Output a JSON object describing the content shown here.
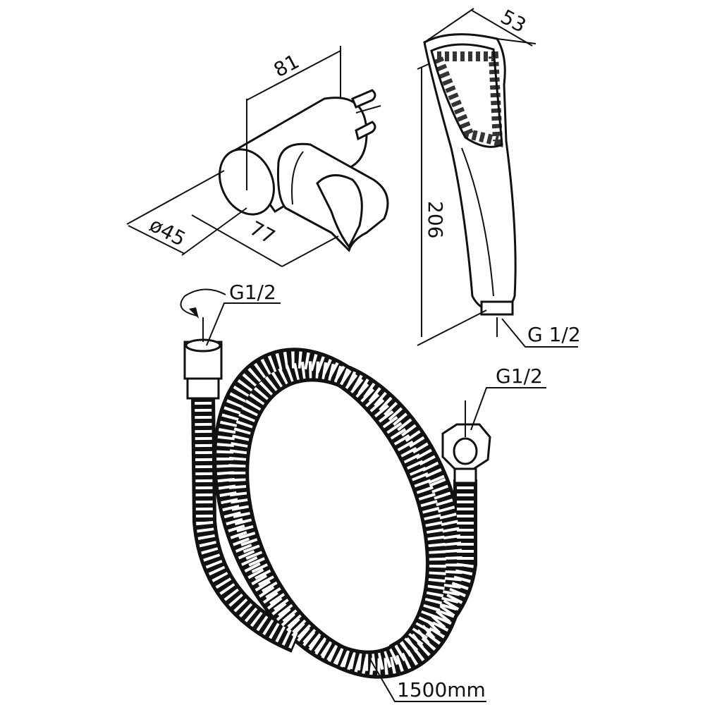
{
  "drawing": {
    "bracket": {
      "width_label": "81",
      "depth_label": "77",
      "diameter_label": "ø45"
    },
    "handshower": {
      "width_label": "53",
      "length_label": "206",
      "thread_label": "G 1/2"
    },
    "hose": {
      "left_thread_label": "G1/2",
      "right_thread_label": "G1/2",
      "length_label": "1500mm"
    },
    "colors": {
      "line": "#111111",
      "background": "#ffffff"
    }
  }
}
